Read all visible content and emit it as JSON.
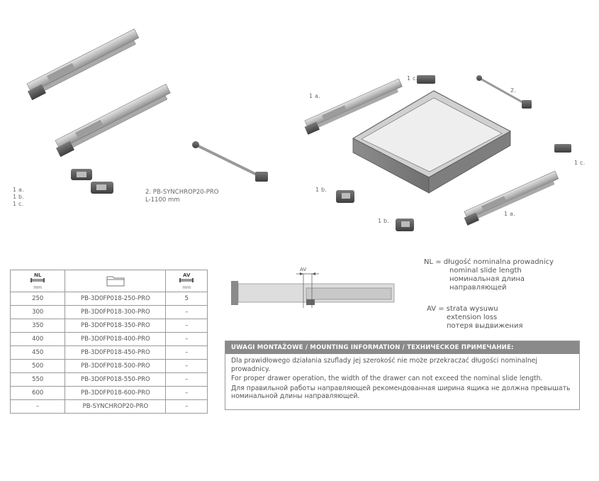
{
  "left_labels": {
    "a": "1 a.",
    "b": "1 b.",
    "c": "1 c."
  },
  "sync_label": {
    "line1": "2. PB-SYNCHROP20-PRO",
    "line2": "L-1100 mm"
  },
  "right_labels": {
    "la_top": "1 a.",
    "lc_top": "1 c.",
    "l2": "2.",
    "lb_left": "1 b.",
    "lb_bottom": "1 b.",
    "lc_right": "1 c.",
    "la_bottom": "1 a."
  },
  "table": {
    "headers": {
      "nl": "NL",
      "nl_unit": "mm",
      "av": "AV",
      "av_unit": "mm"
    },
    "rows": [
      {
        "nl": "250",
        "code": "PB-3D0FP018-250-PRO",
        "av": "5"
      },
      {
        "nl": "300",
        "code": "PB-3D0FP018-300-PRO",
        "av": "–"
      },
      {
        "nl": "350",
        "code": "PB-3D0FP018-350-PRO",
        "av": "–"
      },
      {
        "nl": "400",
        "code": "PB-3D0FP018-400-PRO",
        "av": "–"
      },
      {
        "nl": "450",
        "code": "PB-3D0FP018-450-PRO",
        "av": "–"
      },
      {
        "nl": "500",
        "code": "PB-3D0FP018-500-PRO",
        "av": "–"
      },
      {
        "nl": "550",
        "code": "PB-3D0FP018-550-PRO",
        "av": "–"
      },
      {
        "nl": "600",
        "code": "PB-3D0FP018-600-PRO",
        "av": "–"
      },
      {
        "nl": "–",
        "code": "PB-SYNCHROP20-PRO",
        "av": "–"
      }
    ]
  },
  "diagram": {
    "av_label": "AV"
  },
  "legend": {
    "nl": [
      "NL = długość nominalna prowadnicy",
      "nominal slide length",
      "номинальная длина",
      "направляющей"
    ],
    "av": [
      "AV = strata wysuwu",
      "extension loss",
      "потеря выдвижения"
    ]
  },
  "info": {
    "title": "UWAGI MONTAŻOWE / MOUNTING INFORMATION / ТЕХНИЧЕСКОЕ ПРИМЕЧАНИЕ:",
    "pl": "Dla prawidłowego działania szuflady jej szerokość nie może przekraczać długości nominalnej prowadnicy.",
    "en": "For proper drawer operation, the width of the drawer can not exceed the nominal slide length.",
    "ru": "Для правильной работы направляющей рекомендованная ширина ящика не должна превышать  номинальной длины направляющей."
  }
}
